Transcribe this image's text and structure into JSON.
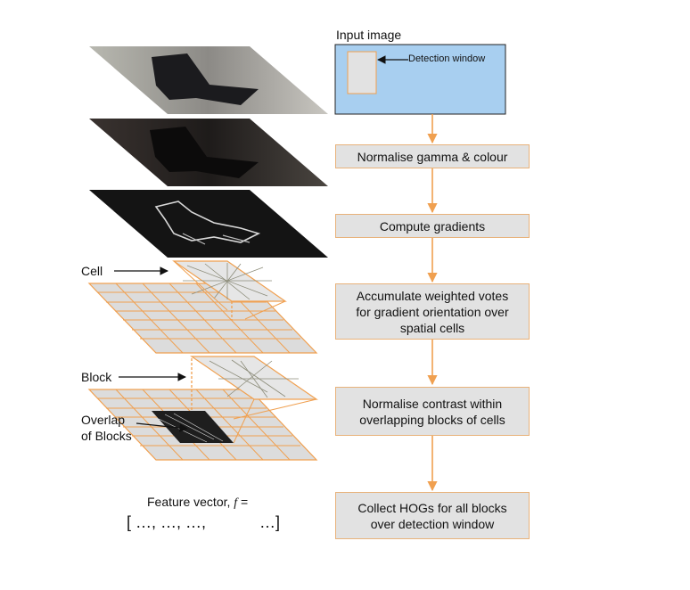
{
  "input": {
    "title": "Input image",
    "detection_window_label": "Detection window"
  },
  "steps": [
    {
      "lines": [
        "Normalise gamma & colour"
      ]
    },
    {
      "lines": [
        "Compute gradients"
      ]
    },
    {
      "lines": [
        "Accumulate weighted votes",
        "for gradient orientation over",
        "spatial cells"
      ]
    },
    {
      "lines": [
        "Normalise contrast within",
        "overlapping blocks of cells"
      ]
    },
    {
      "lines": [
        "Collect HOGs for all blocks",
        "over detection window"
      ]
    }
  ],
  "labels": {
    "cell": "Cell",
    "block": "Block",
    "overlap_line1": "Overlap",
    "overlap_line2": "of Blocks"
  },
  "feature_vector": {
    "title": "Feature vector,",
    "symbol": "f",
    "equals": " =",
    "vector": "[ …, …, …,            …]"
  },
  "colors": {
    "accent": "#f0a050",
    "box_fill": "#e2e2e2",
    "input_fill": "#a8cff0",
    "grid_fill": "#dcdcdc"
  }
}
